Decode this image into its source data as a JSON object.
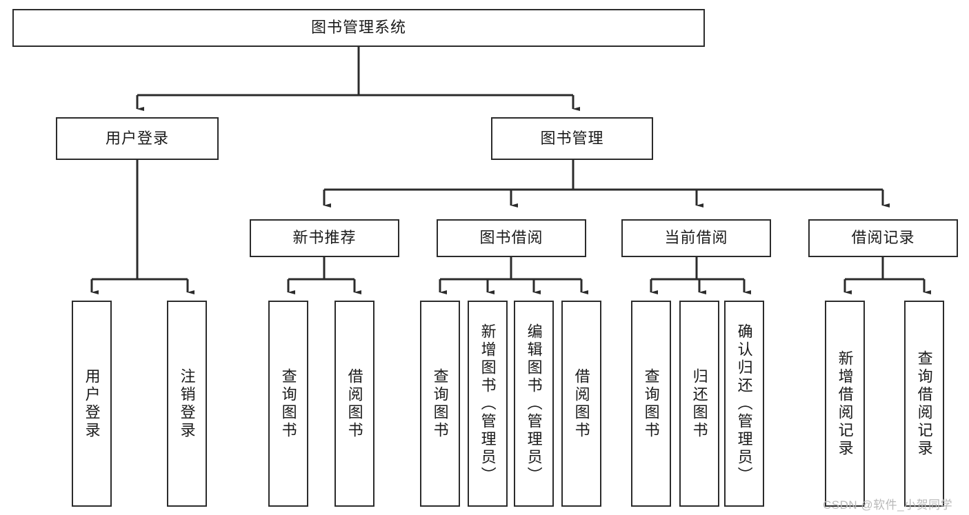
{
  "diagram": {
    "title": "图书管理系统",
    "type": "tree",
    "root": {
      "label": "图书管理系统"
    },
    "level2": [
      {
        "label": "用户登录"
      },
      {
        "label": "图书管理"
      }
    ],
    "level3": [
      {
        "label": "新书推荐"
      },
      {
        "label": "图书借阅"
      },
      {
        "label": "当前借阅"
      },
      {
        "label": "借阅记录"
      }
    ],
    "leaves": {
      "user_login": [
        {
          "label": "用户登录"
        },
        {
          "label": "注销登录"
        }
      ],
      "new_book_recommend": [
        {
          "label": "查询图书"
        },
        {
          "label": "借阅图书"
        }
      ],
      "book_borrow": [
        {
          "label": "查询图书"
        },
        {
          "label": "新增图书（管理员）"
        },
        {
          "label": "编辑图书（管理员）"
        },
        {
          "label": "借阅图书"
        }
      ],
      "current_borrow": [
        {
          "label": "查询图书"
        },
        {
          "label": "归还图书"
        },
        {
          "label": "确认归还（管理员）"
        }
      ],
      "borrow_record": [
        {
          "label": "新增借阅记录"
        },
        {
          "label": "查询借阅记录"
        }
      ]
    }
  },
  "watermark": {
    "text": "CSDN @软件_小贺同学"
  },
  "colors": {
    "stroke": "#2b2b2b",
    "background": "#ffffff",
    "text": "#1a1a1a",
    "watermark": "#b9b9b9"
  }
}
